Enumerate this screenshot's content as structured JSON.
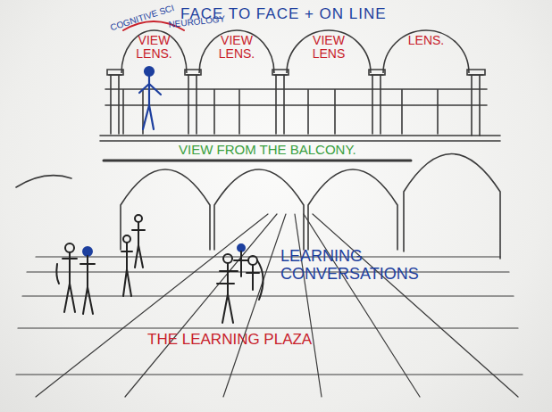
{
  "diagram": {
    "title": "FACE TO FACE + ON LINE",
    "nodes": [
      {
        "text": [
          "VIEW LENS."
        ]
      },
      {
        "text": [
          "VIEW LENS."
        ]
      },
      {
        "text": [
          "VIEW LENS"
        ]
      },
      {
        "text": [
          "LENS."
        ]
      }
    ],
    "labels": [
      "COGNITIVE SCI",
      "NEUROLOGY",
      "VIEW FROM THE BALCONY.",
      "LEARNING CONVERSATIONS",
      "THE LEARNING PLAZA"
    ]
  }
}
